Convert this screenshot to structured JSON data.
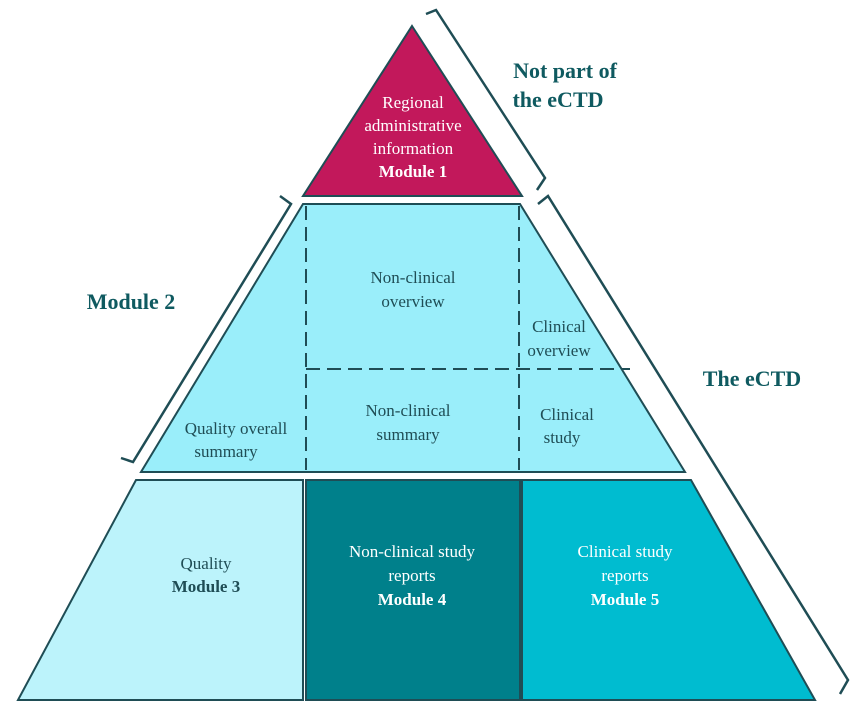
{
  "colors": {
    "module1": "#c2185b",
    "module2": "#9aeefa",
    "module3": "#bcf3fb",
    "module4": "#00808b",
    "module5": "#00bcd0",
    "outline": "#1f4d55",
    "brace": "#1f4d55",
    "side_label": "#0f5a60",
    "text_dark": "#1f4d55",
    "text_light": "#ffffff"
  },
  "module1": {
    "line1": "Regional",
    "line2": "administrative",
    "line3": "information",
    "title": "Module 1"
  },
  "module2": {
    "nonclinical_overview": {
      "line1": "Non-clinical",
      "line2": "overview"
    },
    "clinical_overview": {
      "line1": "Clinical",
      "line2": "overview"
    },
    "quality_overall_summary": {
      "line1": "Quality overall",
      "line2": "summary"
    },
    "nonclinical_summary": {
      "line1": "Non-clinical",
      "line2": "summary"
    },
    "clinical_study": {
      "line1": "Clinical",
      "line2": "study"
    }
  },
  "module3": {
    "line1": "Quality",
    "title": "Module 3"
  },
  "module4": {
    "line1": "Non-clinical study",
    "line2": "reports",
    "title": "Module 4"
  },
  "module5": {
    "line1": "Clinical study",
    "line2": "reports",
    "title": "Module 5"
  },
  "side_labels": {
    "not_part_line1": "Not part of",
    "not_part_line2": "the eCTD",
    "module2": "Module 2",
    "the_ectd": "The eCTD"
  }
}
